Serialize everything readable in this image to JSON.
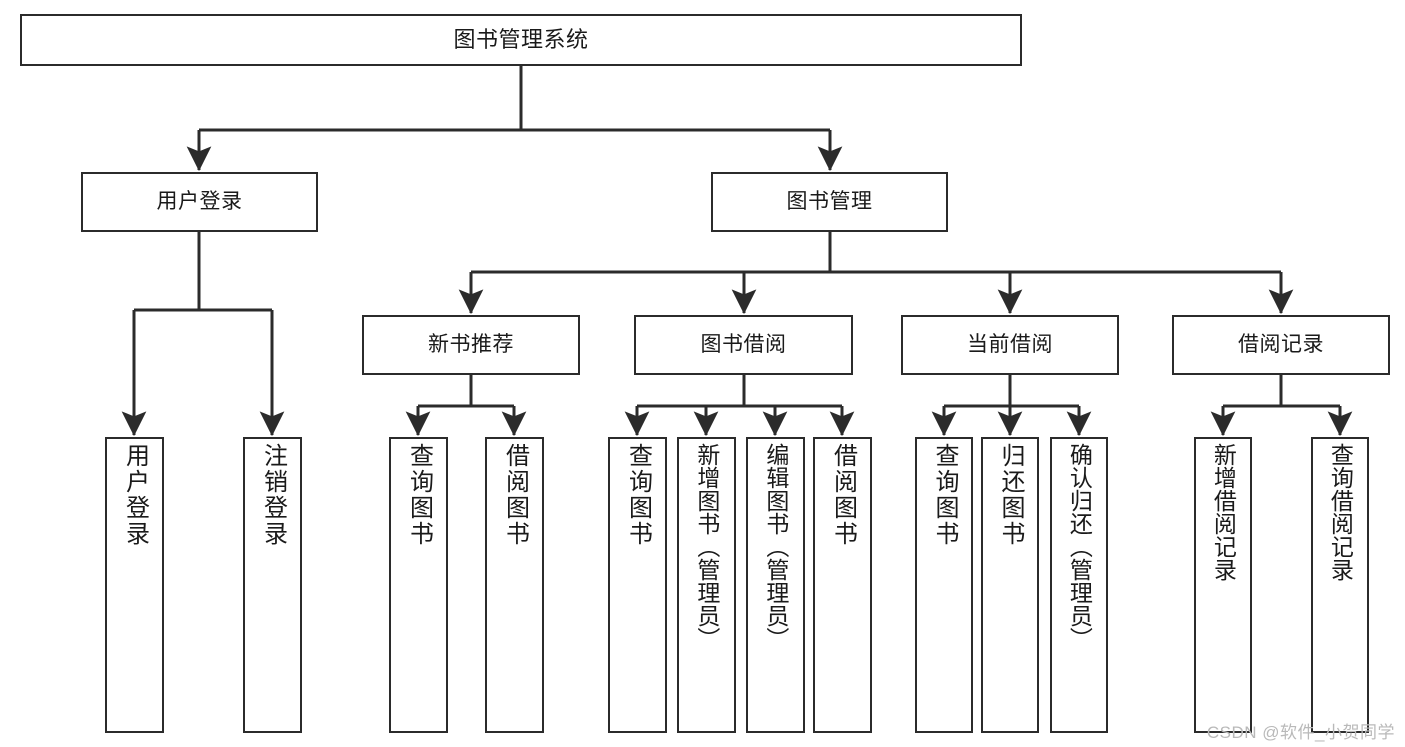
{
  "diagram": {
    "title": "图书管理系统",
    "type": "tree-hierarchy",
    "watermark": "CSDN @软件_小贺同学",
    "colors": {
      "box_border": "#2b2b2b",
      "box_fill": "#ffffff",
      "connector": "#2b2b2b",
      "text": "#1a1a1a",
      "watermark": "#b9b9b9",
      "background": "#ffffff"
    },
    "levels": {
      "root": "图书管理系统",
      "level2": [
        "用户登录",
        "图书管理"
      ],
      "level3": [
        "新书推荐",
        "图书借阅",
        "当前借阅",
        "借阅记录"
      ]
    },
    "nodes": {
      "root": {
        "label": "图书管理系统"
      },
      "user_login": {
        "label": "用户登录"
      },
      "book_manage": {
        "label": "图书管理"
      },
      "new_book_rec": {
        "label": "新书推荐"
      },
      "book_borrow": {
        "label": "图书借阅"
      },
      "current_borrow": {
        "label": "当前借阅"
      },
      "borrow_record": {
        "label": "借阅记录"
      },
      "leaf_user_login": {
        "label": "用户登录"
      },
      "leaf_logout": {
        "label": "注销登录"
      },
      "leaf_query_book_a": {
        "label": "查询图书"
      },
      "leaf_borrow_book_a": {
        "label": "借阅图书"
      },
      "leaf_query_book_b": {
        "label": "查询图书"
      },
      "leaf_add_book": {
        "label": "新增图书（管理员）"
      },
      "leaf_edit_book": {
        "label": "编辑图书（管理员）"
      },
      "leaf_borrow_book_b": {
        "label": "借阅图书"
      },
      "leaf_query_book_c": {
        "label": "查询图书"
      },
      "leaf_return_book": {
        "label": "归还图书"
      },
      "leaf_confirm_return": {
        "label": "确认归还（管理员）"
      },
      "leaf_add_record": {
        "label": "新增借阅记录"
      },
      "leaf_query_record": {
        "label": "查询借阅记录"
      }
    }
  }
}
